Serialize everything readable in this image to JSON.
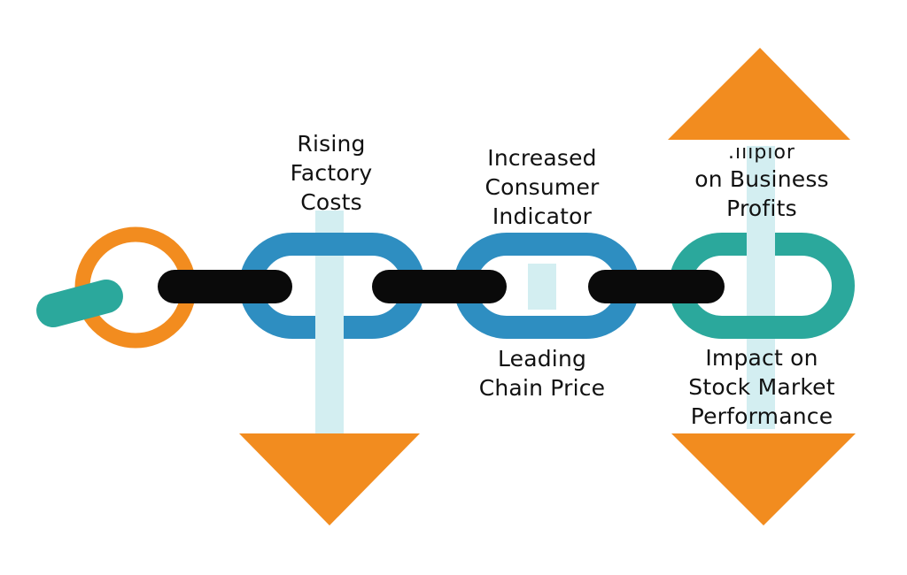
{
  "diagram": {
    "title": "",
    "colors": {
      "orange": "#F28C1F",
      "blue": "#2E8EC1",
      "teal": "#2BA89C",
      "black": "#0A0A0A",
      "light_bar": "#D3EEF1",
      "background": "#FFFFFF"
    },
    "nodes": [
      {
        "id": "start-ring",
        "shape": "ring",
        "color": "orange",
        "caption": null
      },
      {
        "id": "link-1",
        "shape": "chain-link",
        "color": "blue",
        "direction": "down",
        "top_label": [
          "Rising",
          "Factory",
          "Costs"
        ],
        "bottom_label": []
      },
      {
        "id": "link-2",
        "shape": "chain-link",
        "color": "blue",
        "direction": "none",
        "top_label": [
          "Increased",
          "Consumer",
          "Indicator"
        ],
        "bottom_label": [
          "Leading",
          "Chain Price"
        ]
      },
      {
        "id": "link-3",
        "shape": "chain-link",
        "color": "teal",
        "direction": "up-and-down",
        "top_label": [
          ".ıııpıor",
          "on Business",
          "Profits"
        ],
        "bottom_label": [
          "Impact on",
          "Stock Market",
          "Performance"
        ]
      }
    ],
    "connectors": [
      {
        "from": "start-ring",
        "to": "link-1",
        "color": "black"
      },
      {
        "from": "link-1",
        "to": "link-2",
        "color": "black"
      },
      {
        "from": "link-2",
        "to": "link-3",
        "color": "black"
      }
    ],
    "arrows": [
      {
        "at": "link-1",
        "direction": "down",
        "color": "orange"
      },
      {
        "at": "link-3",
        "direction": "up",
        "color": "orange"
      },
      {
        "at": "link-3",
        "direction": "down",
        "color": "orange"
      }
    ]
  }
}
